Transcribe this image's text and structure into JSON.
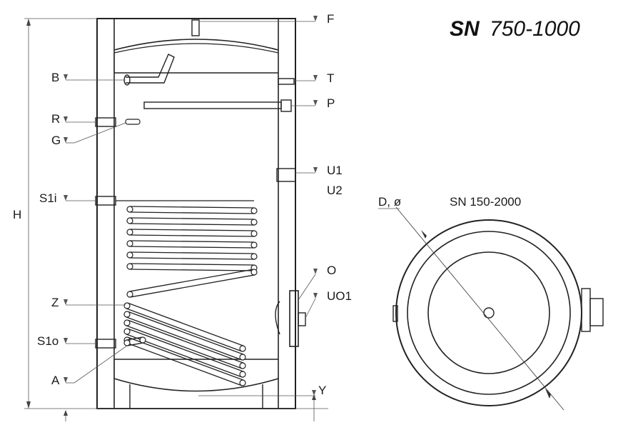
{
  "title": {
    "bold": "SN",
    "rest": "750-1000"
  },
  "labels": {
    "F": "F",
    "B": "B",
    "T": "T",
    "P": "P",
    "R": "R",
    "G": "G",
    "U1": "U1",
    "U2": "U2",
    "S1i": "S1i",
    "O": "O",
    "Z": "Z",
    "UO1": "UO1",
    "S1o": "S1o",
    "A": "A",
    "Y": "Y",
    "H": "H"
  },
  "top_view": {
    "diameter_label": "D, ø",
    "range_label": "SN 150-2000"
  },
  "colors": {
    "line": "#222222",
    "light": "#666666"
  }
}
